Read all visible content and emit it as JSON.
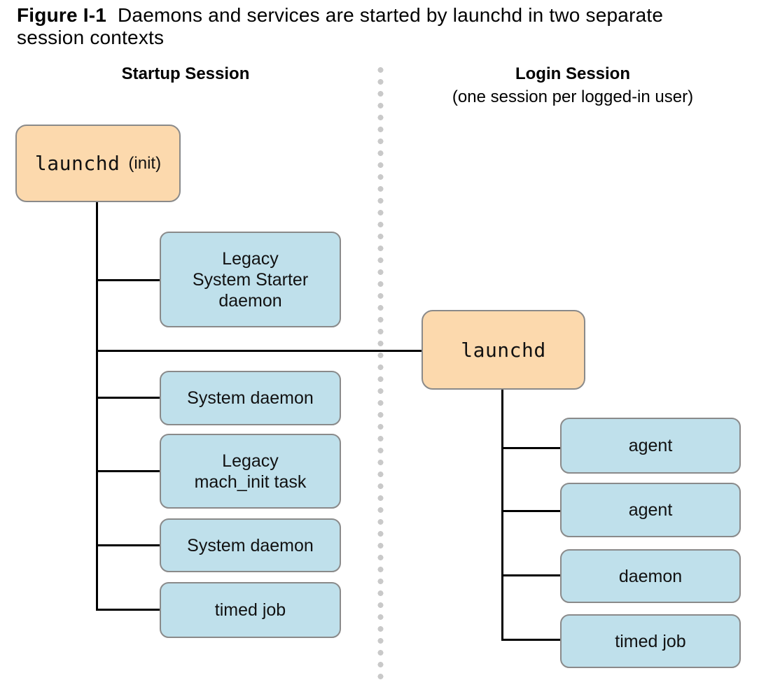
{
  "figure": {
    "label": "Figure I-1",
    "caption": "Daemons and services are started by launchd in two separate session contexts"
  },
  "startup_session": {
    "header": "Startup Session",
    "root": {
      "name": "launchd",
      "annotation": "(init)"
    },
    "children": [
      {
        "label": "Legacy\nSystem Starter\ndaemon"
      },
      {
        "label": "System daemon"
      },
      {
        "label": "Legacy\nmach_init task"
      },
      {
        "label": "System daemon"
      },
      {
        "label": "timed job"
      }
    ]
  },
  "login_session": {
    "header": "Login Session",
    "subheader": "(one session per logged-in user)",
    "root": {
      "name": "launchd"
    },
    "children": [
      {
        "label": "agent"
      },
      {
        "label": "agent"
      },
      {
        "label": "daemon"
      },
      {
        "label": "timed job"
      }
    ]
  },
  "colors": {
    "root_box_fill": "#fcd9ad",
    "child_box_fill": "#bfe0eb",
    "box_border": "#8a8a8a",
    "connector": "#000000",
    "divider_dot": "#c9c9c9",
    "text": "#000000"
  }
}
